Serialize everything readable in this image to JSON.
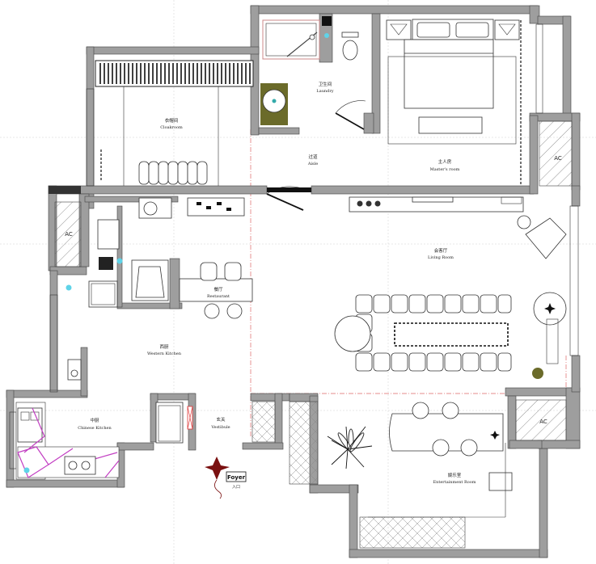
{
  "rooms": {
    "cloakroom": {
      "cn": "衣帽间",
      "en": "Cloakroom"
    },
    "laundry": {
      "cn": "卫生间",
      "en": "Laundry"
    },
    "master": {
      "cn": "主人房",
      "en": "Master's room"
    },
    "aisle": {
      "cn": "过道",
      "en": "Aisle"
    },
    "living": {
      "cn": "会客厅",
      "en": "Living Room"
    },
    "restaurant": {
      "cn": "餐厅",
      "en": "Restaurant"
    },
    "western": {
      "cn": "西厨",
      "en": "Western Kitchen"
    },
    "chinese": {
      "cn": "中厨",
      "en": "Chinese Kitchen"
    },
    "vestibule": {
      "cn": "玄关",
      "en": "Vestibule"
    },
    "entertainment": {
      "cn": "娱乐室",
      "en": "Entertainment Room"
    }
  },
  "ac_labels": [
    "AC",
    "AC",
    "AC"
  ],
  "foyer": {
    "label": "Foyer",
    "sub": "入口"
  }
}
